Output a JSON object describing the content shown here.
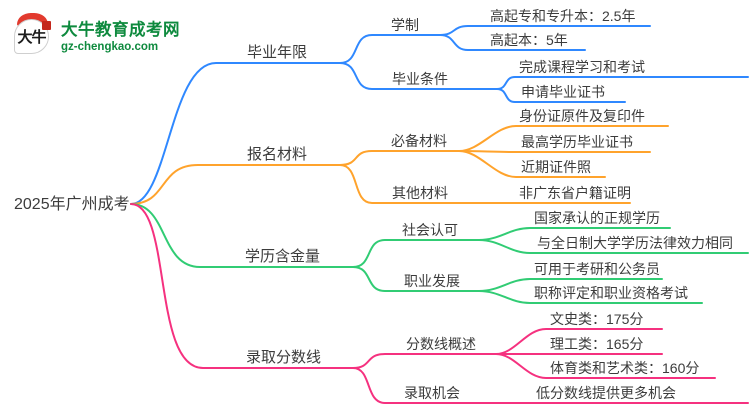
{
  "logo": {
    "icon_text": "大牛",
    "site_name": "大牛教育成考网",
    "site_domain": "gz-chengkao.com"
  },
  "colors": {
    "blue": "#2f88ff",
    "orange": "#ffa32c",
    "green": "#31cc74",
    "pink": "#f5317f",
    "text": "#3c3c3c",
    "logo_green": "#0e8a3e",
    "logo_red": "#e23a2e"
  },
  "mindmap": {
    "root": "2025年广州成考",
    "branches": [
      {
        "label": "毕业年限",
        "color": "#2f88ff",
        "children": [
          {
            "label": "学制",
            "leaves": [
              "高起专和专升本：2.5年",
              "高起本：5年"
            ]
          },
          {
            "label": "毕业条件",
            "leaves": [
              "完成课程学习和考试",
              "申请毕业证书"
            ]
          }
        ]
      },
      {
        "label": "报名材料",
        "color": "#ffa32c",
        "children": [
          {
            "label": "必备材料",
            "leaves": [
              "身份证原件及复印件",
              "最高学历毕业证书",
              "近期证件照"
            ]
          },
          {
            "label": "其他材料",
            "leaves": [
              "非广东省户籍证明"
            ]
          }
        ]
      },
      {
        "label": "学历含金量",
        "color": "#31cc74",
        "children": [
          {
            "label": "社会认可",
            "leaves": [
              "国家承认的正规学历",
              "与全日制大学学历法律效力相同"
            ]
          },
          {
            "label": "职业发展",
            "leaves": [
              "可用于考研和公务员",
              "职称评定和职业资格考试"
            ]
          }
        ]
      },
      {
        "label": "录取分数线",
        "color": "#f5317f",
        "children": [
          {
            "label": "分数线概述",
            "leaves": [
              "文史类：175分",
              "理工类：165分",
              "体育类和艺术类：160分"
            ]
          },
          {
            "label": "录取机会",
            "leaves": [
              "低分数线提供更多机会"
            ]
          }
        ]
      }
    ]
  }
}
